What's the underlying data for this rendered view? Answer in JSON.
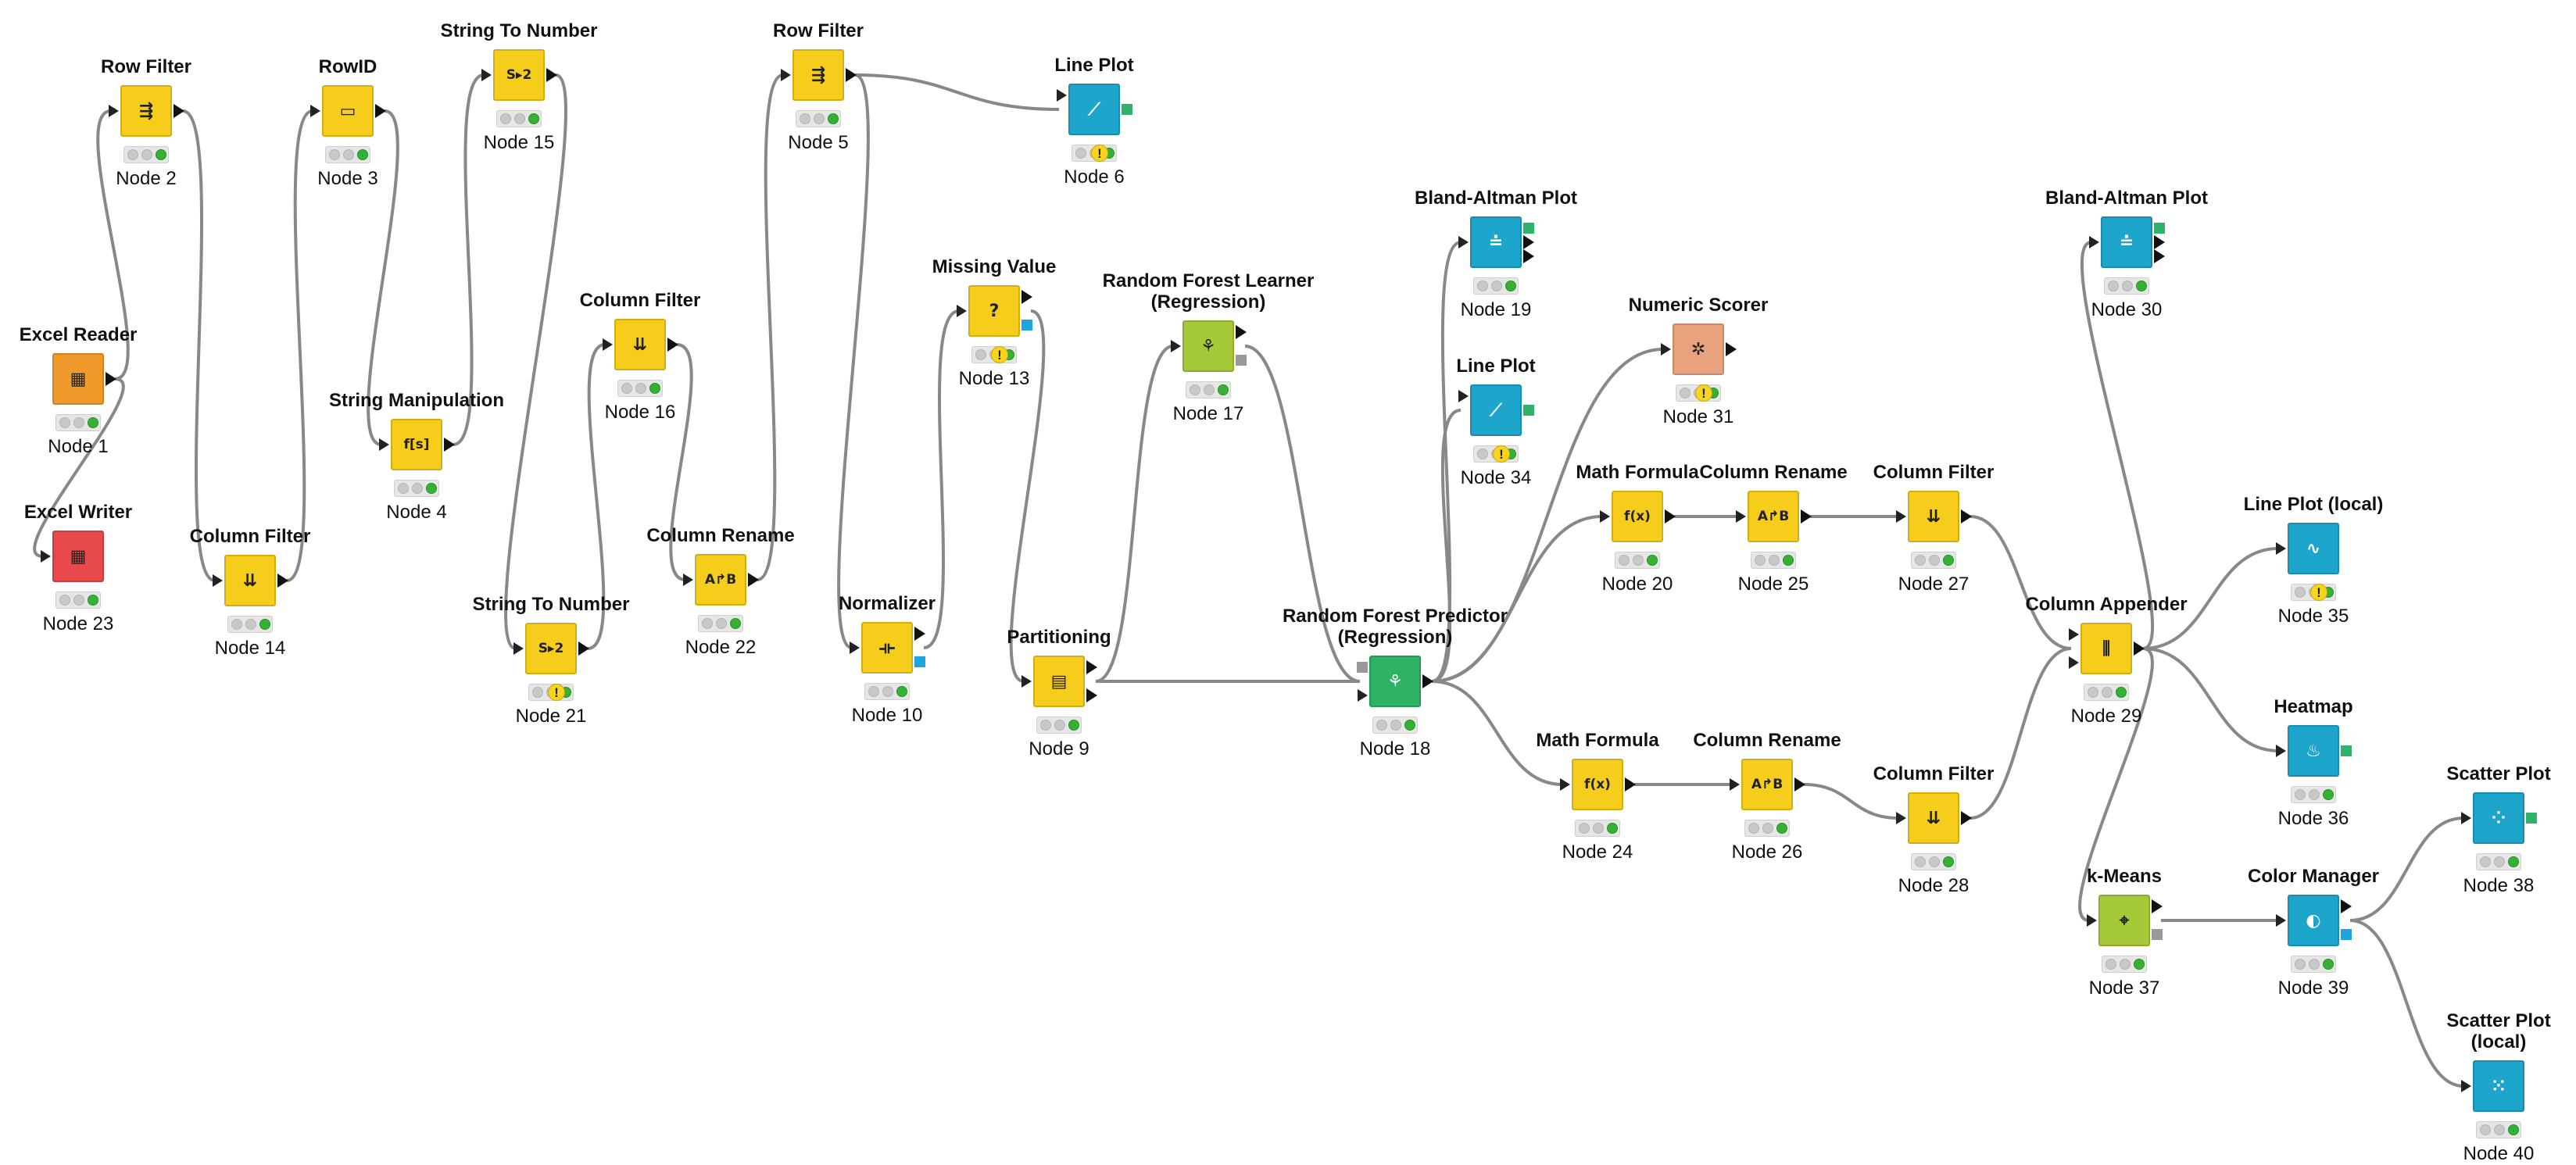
{
  "colors": {
    "manipulator": "#f6cd1a",
    "source": "#ef9a2a",
    "sink": "#e8494a",
    "learner": "#a6c93a",
    "predictor": "#2db363",
    "visualizer": "#1ea5cc",
    "other": "#e9a27e",
    "edge": "#888888"
  },
  "nodes": [
    {
      "id": "n1",
      "title": "Excel Reader",
      "label": "Node 1",
      "type": "source",
      "icon": "excel-reader-icon",
      "glyph": "▦",
      "in": [],
      "out": [
        "data"
      ],
      "status": "idle"
    },
    {
      "id": "n2",
      "title": "Row Filter",
      "label": "Node 2",
      "type": "manipulator",
      "icon": "row-filter-icon",
      "glyph": "⇶",
      "in": [
        "data"
      ],
      "out": [
        "data"
      ],
      "status": "idle"
    },
    {
      "id": "n3",
      "title": "RowID",
      "label": "Node 3",
      "type": "manipulator",
      "icon": "rowid-icon",
      "glyph": "▭",
      "in": [
        "data"
      ],
      "out": [
        "data"
      ],
      "status": "idle"
    },
    {
      "id": "n15",
      "title": "String To Number",
      "label": "Node 15",
      "type": "manipulator",
      "icon": "string-to-number-icon",
      "glyph": "S▸2",
      "in": [
        "data"
      ],
      "out": [
        "data"
      ],
      "status": "idle"
    },
    {
      "id": "n4",
      "title": "String Manipulation",
      "label": "Node 4",
      "type": "manipulator",
      "icon": "string-manipulation-icon",
      "glyph": "f[s]",
      "in": [
        "data"
      ],
      "out": [
        "data"
      ],
      "status": "idle"
    },
    {
      "id": "n23",
      "title": "Excel Writer",
      "label": "Node 23",
      "type": "sink",
      "icon": "excel-writer-icon",
      "glyph": "▦",
      "in": [
        "data"
      ],
      "out": [],
      "status": "idle"
    },
    {
      "id": "n14",
      "title": "Column Filter",
      "label": "Node 14",
      "type": "manipulator",
      "icon": "column-filter-icon",
      "glyph": "⇊",
      "in": [
        "data"
      ],
      "out": [
        "data"
      ],
      "status": "idle"
    },
    {
      "id": "n21",
      "title": "String To Number",
      "label": "Node 21",
      "type": "manipulator",
      "icon": "string-to-number-icon",
      "glyph": "S▸2",
      "in": [
        "data"
      ],
      "out": [
        "data"
      ],
      "status": "warning"
    },
    {
      "id": "n16",
      "title": "Column Filter",
      "label": "Node 16",
      "type": "manipulator",
      "icon": "column-filter-icon",
      "glyph": "⇊",
      "in": [
        "data"
      ],
      "out": [
        "data"
      ],
      "status": "idle"
    },
    {
      "id": "n22",
      "title": "Column Rename",
      "label": "Node 22",
      "type": "manipulator",
      "icon": "column-rename-icon",
      "glyph": "A↱B",
      "in": [
        "data"
      ],
      "out": [
        "data"
      ],
      "status": "idle"
    },
    {
      "id": "n5",
      "title": "Row Filter",
      "label": "Node 5",
      "type": "manipulator",
      "icon": "row-filter-icon",
      "glyph": "⇶",
      "in": [
        "data"
      ],
      "out": [
        "data"
      ],
      "status": "idle"
    },
    {
      "id": "n6",
      "title": "Line Plot",
      "label": "Node 6",
      "type": "visualizer",
      "icon": "line-plot-icon",
      "glyph": "⟋",
      "in": [
        "data",
        "flow"
      ],
      "out": [
        "view"
      ],
      "status": "warning"
    },
    {
      "id": "n10",
      "title": "Normalizer",
      "label": "Node 10",
      "type": "manipulator",
      "icon": "normalizer-icon",
      "glyph": "⟛",
      "in": [
        "data"
      ],
      "out": [
        "data",
        "model"
      ],
      "status": "idle"
    },
    {
      "id": "n13",
      "title": "Missing Value",
      "label": "Node 13",
      "type": "manipulator",
      "icon": "missing-value-icon",
      "glyph": "?",
      "in": [
        "data"
      ],
      "out": [
        "data",
        "model"
      ],
      "status": "warning"
    },
    {
      "id": "n9",
      "title": "Partitioning",
      "label": "Node 9",
      "type": "manipulator",
      "icon": "partitioning-icon",
      "glyph": "▤",
      "in": [
        "data"
      ],
      "out": [
        "data",
        "data"
      ],
      "status": "idle"
    },
    {
      "id": "n17",
      "title": "Random Forest Learner\n(Regression)",
      "label": "Node 17",
      "type": "learner",
      "icon": "random-forest-learner-icon",
      "glyph": "⚘",
      "in": [
        "data"
      ],
      "out": [
        "data",
        "model"
      ],
      "status": "idle"
    },
    {
      "id": "n18",
      "title": "Random Forest Predictor\n(Regression)",
      "label": "Node 18",
      "type": "predictor",
      "icon": "random-forest-predictor-icon",
      "glyph": "⚘",
      "in": [
        "model",
        "data"
      ],
      "out": [
        "data"
      ],
      "status": "idle"
    },
    {
      "id": "n19",
      "title": "Bland-Altman Plot",
      "label": "Node 19",
      "type": "visualizer",
      "icon": "bland-altman-icon",
      "glyph": "≐",
      "in": [
        "data"
      ],
      "out": [
        "view",
        "data",
        "data"
      ],
      "status": "idle"
    },
    {
      "id": "n34",
      "title": "Line Plot",
      "label": "Node 34",
      "type": "visualizer",
      "icon": "line-plot-icon",
      "glyph": "⟋",
      "in": [
        "data",
        "flow"
      ],
      "out": [
        "view"
      ],
      "status": "warning"
    },
    {
      "id": "n31",
      "title": "Numeric Scorer",
      "label": "Node 31",
      "type": "other",
      "icon": "numeric-scorer-icon",
      "glyph": "✲",
      "in": [
        "data"
      ],
      "out": [
        "data"
      ],
      "status": "warning"
    },
    {
      "id": "n20",
      "title": "Math Formula",
      "label": "Node 20",
      "type": "manipulator",
      "icon": "math-formula-icon",
      "glyph": "f(x)",
      "in": [
        "data"
      ],
      "out": [
        "data"
      ],
      "status": "idle"
    },
    {
      "id": "n25",
      "title": "Column Rename",
      "label": "Node 25",
      "type": "manipulator",
      "icon": "column-rename-icon",
      "glyph": "A↱B",
      "in": [
        "data"
      ],
      "out": [
        "data"
      ],
      "status": "idle"
    },
    {
      "id": "n27",
      "title": "Column Filter",
      "label": "Node 27",
      "type": "manipulator",
      "icon": "column-filter-icon",
      "glyph": "⇊",
      "in": [
        "data"
      ],
      "out": [
        "data"
      ],
      "status": "idle"
    },
    {
      "id": "n24",
      "title": "Math Formula",
      "label": "Node 24",
      "type": "manipulator",
      "icon": "math-formula-icon",
      "glyph": "f(x)",
      "in": [
        "data"
      ],
      "out": [
        "data"
      ],
      "status": "idle"
    },
    {
      "id": "n26",
      "title": "Column Rename",
      "label": "Node 26",
      "type": "manipulator",
      "icon": "column-rename-icon",
      "glyph": "A↱B",
      "in": [
        "data"
      ],
      "out": [
        "data"
      ],
      "status": "idle"
    },
    {
      "id": "n28",
      "title": "Column Filter",
      "label": "Node 28",
      "type": "manipulator",
      "icon": "column-filter-icon",
      "glyph": "⇊",
      "in": [
        "data"
      ],
      "out": [
        "data"
      ],
      "status": "idle"
    },
    {
      "id": "n30",
      "title": "Bland-Altman Plot",
      "label": "Node 30",
      "type": "visualizer",
      "icon": "bland-altman-icon",
      "glyph": "≐",
      "in": [
        "data"
      ],
      "out": [
        "view",
        "data",
        "data"
      ],
      "status": "idle"
    },
    {
      "id": "n29",
      "title": "Column Appender",
      "label": "Node 29",
      "type": "manipulator",
      "icon": "column-appender-icon",
      "glyph": "⫼",
      "in": [
        "data",
        "data"
      ],
      "out": [
        "data"
      ],
      "status": "idle"
    },
    {
      "id": "n35",
      "title": "Line Plot (local)",
      "label": "Node 35",
      "type": "visualizer",
      "icon": "line-plot-local-icon",
      "glyph": "∿",
      "in": [
        "data"
      ],
      "out": [],
      "status": "warning"
    },
    {
      "id": "n36",
      "title": "Heatmap",
      "label": "Node 36",
      "type": "visualizer",
      "icon": "heatmap-icon",
      "glyph": "♨",
      "in": [
        "data"
      ],
      "out": [
        "view"
      ],
      "status": "idle"
    },
    {
      "id": "n37",
      "title": "k-Means",
      "label": "Node 37",
      "type": "learner",
      "icon": "k-means-icon",
      "glyph": "⌖",
      "in": [
        "data"
      ],
      "out": [
        "data",
        "model"
      ],
      "status": "idle"
    },
    {
      "id": "n39",
      "title": "Color Manager",
      "label": "Node 39",
      "type": "visualizer",
      "icon": "color-manager-icon",
      "glyph": "◐",
      "in": [
        "data"
      ],
      "out": [
        "data",
        "model"
      ],
      "status": "idle"
    },
    {
      "id": "n38",
      "title": "Scatter Plot",
      "label": "Node 38",
      "type": "visualizer",
      "icon": "scatter-plot-icon",
      "glyph": "⁘",
      "in": [
        "data"
      ],
      "out": [
        "view"
      ],
      "status": "idle"
    },
    {
      "id": "n40",
      "title": "Scatter Plot\n(local)",
      "label": "Node 40",
      "type": "visualizer",
      "icon": "scatter-plot-local-icon",
      "glyph": "⁙",
      "in": [
        "data"
      ],
      "out": [],
      "status": "idle"
    }
  ],
  "edges": [
    [
      "n1",
      "n2"
    ],
    [
      "n1",
      "n23"
    ],
    [
      "n2",
      "n14"
    ],
    [
      "n14",
      "n3"
    ],
    [
      "n3",
      "n4"
    ],
    [
      "n4",
      "n15"
    ],
    [
      "n15",
      "n21"
    ],
    [
      "n21",
      "n16"
    ],
    [
      "n16",
      "n22"
    ],
    [
      "n22",
      "n5"
    ],
    [
      "n5",
      "n6"
    ],
    [
      "n5",
      "n10"
    ],
    [
      "n10",
      "n13"
    ],
    [
      "n13",
      "n9"
    ],
    [
      "n9",
      "n17"
    ],
    [
      "n9",
      "n18"
    ],
    [
      "n17",
      "n18"
    ],
    [
      "n18",
      "n19"
    ],
    [
      "n18",
      "n34"
    ],
    [
      "n18",
      "n31"
    ],
    [
      "n18",
      "n20"
    ],
    [
      "n18",
      "n24"
    ],
    [
      "n20",
      "n25"
    ],
    [
      "n25",
      "n27"
    ],
    [
      "n24",
      "n26"
    ],
    [
      "n26",
      "n28"
    ],
    [
      "n27",
      "n29"
    ],
    [
      "n28",
      "n29"
    ],
    [
      "n29",
      "n30"
    ],
    [
      "n29",
      "n35"
    ],
    [
      "n29",
      "n36"
    ],
    [
      "n29",
      "n37"
    ],
    [
      "n37",
      "n39"
    ],
    [
      "n39",
      "n38"
    ],
    [
      "n39",
      "n40"
    ]
  ]
}
